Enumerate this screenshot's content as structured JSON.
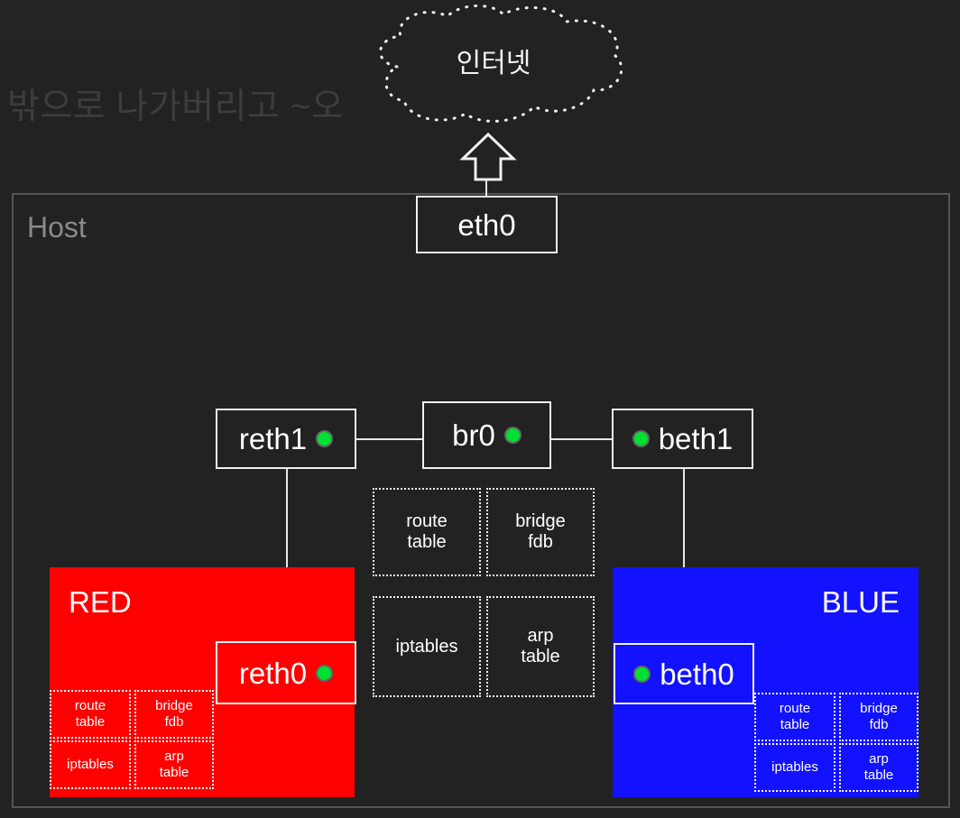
{
  "slide": {
    "heading": "밖으로 나가버리고 ~오"
  },
  "internet": {
    "label": "인터넷",
    "icon": "cloud-icon",
    "uplink_icon": "up-arrow-icon"
  },
  "host": {
    "label": "Host",
    "border_color": "#555555"
  },
  "colors": {
    "background": "#222222",
    "stroke": "#f0f0f0",
    "link_up_dot": "#00e033",
    "red_namespace": "#ff0000",
    "blue_namespace": "#1212ff",
    "muted_text": "#8a8a8a"
  },
  "nodes": {
    "eth0": {
      "label": "eth0",
      "has_dot": false
    },
    "reth1": {
      "label": "reth1",
      "has_dot": true
    },
    "br0": {
      "label": "br0",
      "has_dot": true
    },
    "beth1": {
      "label": "beth1",
      "has_dot": true
    },
    "reth0": {
      "label": "reth0",
      "has_dot": true
    },
    "beth0": {
      "label": "beth0",
      "has_dot": true
    }
  },
  "host_tables": [
    {
      "line1": "route",
      "line2": "table"
    },
    {
      "line1": "bridge",
      "line2": "fdb"
    },
    {
      "line1": "iptables",
      "line2": ""
    },
    {
      "line1": "arp",
      "line2": "table"
    }
  ],
  "namespaces": [
    {
      "name": "RED",
      "color": "#ff0000",
      "interface": "reth0",
      "tables": [
        {
          "line1": "route",
          "line2": "table"
        },
        {
          "line1": "bridge",
          "line2": "fdb"
        },
        {
          "line1": "iptables",
          "line2": ""
        },
        {
          "line1": "arp",
          "line2": "table"
        }
      ]
    },
    {
      "name": "BLUE",
      "color": "#1212ff",
      "interface": "beth0",
      "tables": [
        {
          "line1": "route",
          "line2": "table"
        },
        {
          "line1": "bridge",
          "line2": "fdb"
        },
        {
          "line1": "iptables",
          "line2": ""
        },
        {
          "line1": "arp",
          "line2": "table"
        }
      ]
    }
  ]
}
